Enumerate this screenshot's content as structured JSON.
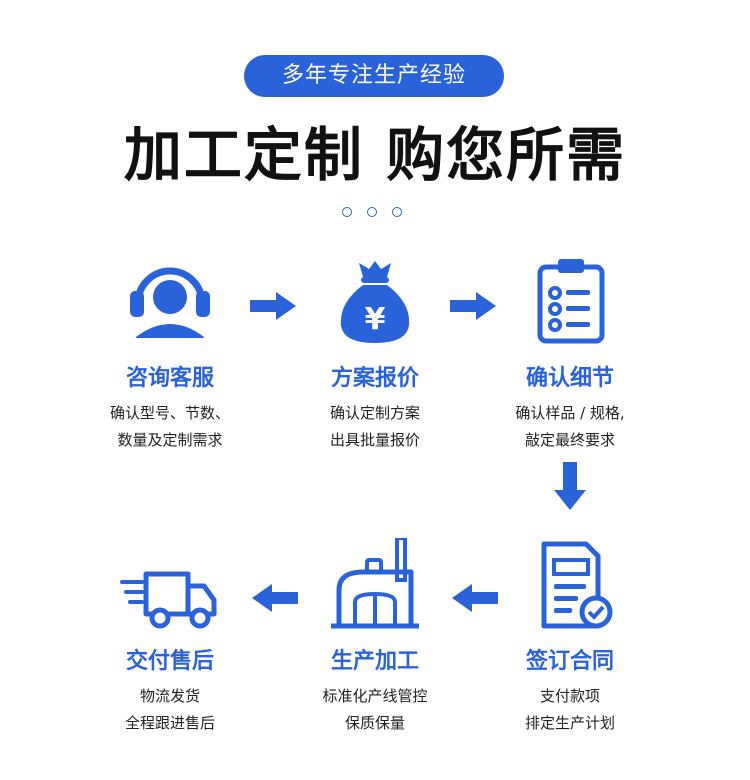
{
  "header": {
    "badge": "多年专注生产经验",
    "title": "加工定制 购您所需"
  },
  "colors": {
    "accent": "#2a63d9",
    "text": "#222222"
  },
  "steps": [
    {
      "icon": "headset-person-icon",
      "name": "咨询客服",
      "line1": "确认型号、节数、",
      "line2": "数量及定制需求"
    },
    {
      "icon": "money-bag-icon",
      "name": "方案报价",
      "line1": "确认定制方案",
      "line2": "出具批量报价"
    },
    {
      "icon": "clipboard-checklist-icon",
      "name": "确认细节",
      "line1": "确认样品 / 规格,",
      "line2": "敲定最终要求"
    },
    {
      "icon": "contract-check-icon",
      "name": "签订合同",
      "line1": "支付款项",
      "line2": "排定生产计划"
    },
    {
      "icon": "factory-icon",
      "name": "生产加工",
      "line1": "标准化产线管控",
      "line2": "保质保量"
    },
    {
      "icon": "delivery-truck-icon",
      "name": "交付售后",
      "line1": "物流发货",
      "line2": "全程跟进售后"
    }
  ]
}
